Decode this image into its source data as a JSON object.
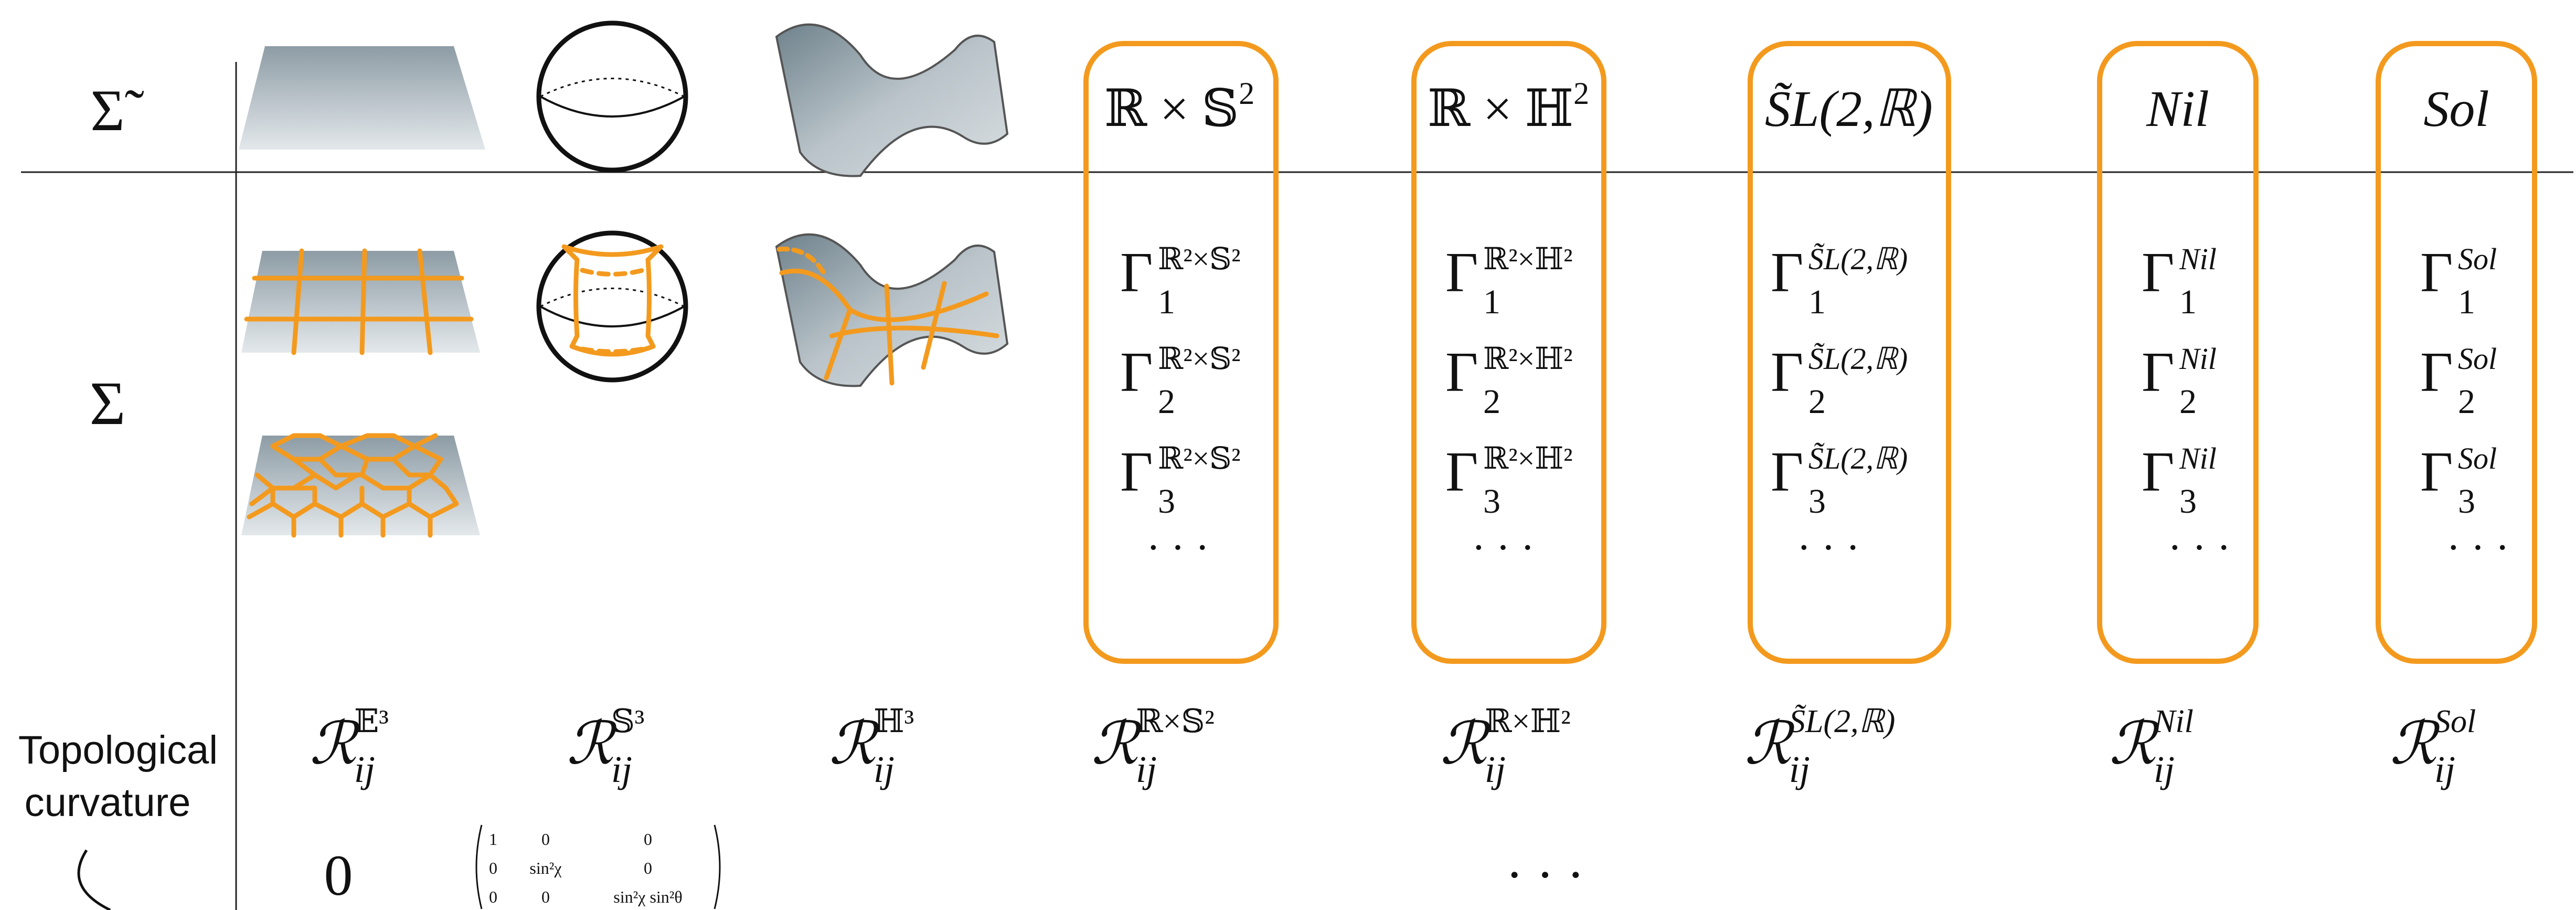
{
  "header": {
    "sigma_tilde": "Σ̃",
    "sigma": "Σ"
  },
  "geometries": [
    {
      "id": "rxs2",
      "main": "ℝ × 𝕊",
      "sup": "2",
      "gamma_sup": "ℝ²×𝕊²",
      "r_sup": "ℝ×𝕊²"
    },
    {
      "id": "rxh2",
      "main": "ℝ × ℍ",
      "sup": "2",
      "gamma_sup": "ℝ²×ℍ²",
      "r_sup": "ℝ×ℍ²"
    },
    {
      "id": "sl2r",
      "main": "S̃L(2,ℝ)",
      "sup": "",
      "gamma_sup": "S̃L(2,ℝ)",
      "r_sup": "S̃L(2,ℝ)"
    },
    {
      "id": "nil",
      "main": "Nil",
      "sup": "",
      "gamma_sup": "Nil",
      "r_sup": "Nil"
    },
    {
      "id": "sol",
      "main": "Sol",
      "sup": "",
      "gamma_sup": "Sol",
      "r_sup": "Sol"
    }
  ],
  "gamma_symbol": "Γ",
  "gamma_indices": [
    "1",
    "2",
    "3"
  ],
  "ellipsis": "· · ·",
  "curvature": {
    "symbol": "ℛ",
    "subscript": "ij",
    "e3_sup": "𝔼³",
    "s3_sup": "𝕊³",
    "h3_sup": "ℍ³"
  },
  "row_label": {
    "line1": "Topological",
    "line2": "curvature"
  },
  "bottom": {
    "zero": "0",
    "matrix": [
      [
        "1",
        "0",
        "0"
      ],
      [
        "0",
        "sin²χ",
        "0"
      ],
      [
        "0",
        "0",
        "sin²χ sin²θ"
      ]
    ],
    "dots": "·   ·   ·"
  },
  "colors": {
    "accent": "#f39a1e",
    "surface_dark": "#8a9aa3",
    "surface_light": "#d7dde1"
  }
}
